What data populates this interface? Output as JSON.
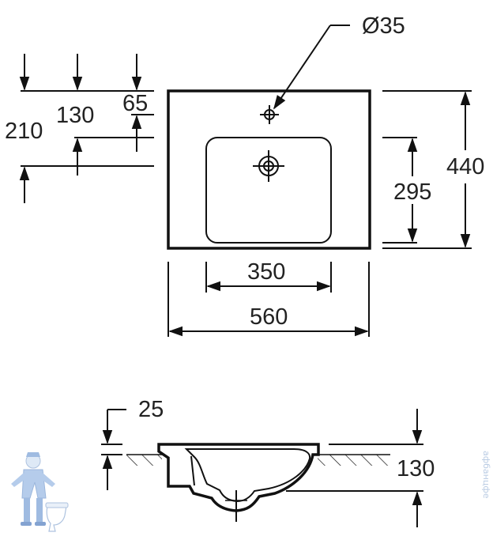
{
  "dimensions": {
    "hole_diameter": "Ø35",
    "top_offset_a": "210",
    "top_offset_b": "130",
    "top_offset_c": "65",
    "total_depth": "440",
    "bowl_depth": "295",
    "bowl_width": "350",
    "total_width": "560",
    "rim_thickness": "25",
    "height": "130"
  },
  "watermark": {
    "text": "афбанцфе"
  },
  "colors": {
    "line": "#111111",
    "text": "#222222",
    "watermark": "#b9cbe3"
  }
}
